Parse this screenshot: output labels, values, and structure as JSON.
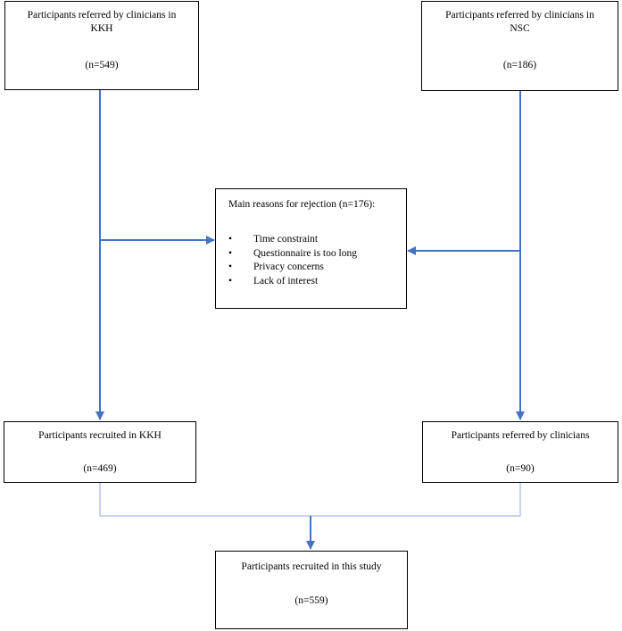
{
  "boxes": {
    "kkh_referred": {
      "line1": "Participants referred by clinicians in",
      "line2": "KKH",
      "count": "(n=549)"
    },
    "nsc_referred": {
      "line1": "Participants referred by clinicians in",
      "line2": "NSC",
      "count": "(n=186)"
    },
    "rejection": {
      "title": "Main reasons for rejection (n=176):",
      "bullet": "•",
      "reasons": [
        "Time constraint",
        "Questionnaire is too long",
        "Privacy concerns",
        "Lack of interest"
      ]
    },
    "kkh_recruited": {
      "title": "Participants recruited in KKH",
      "count": "(n=469)"
    },
    "nsc_recruited": {
      "title": "Participants referred by clinicians",
      "count": "(n=90)"
    },
    "total": {
      "title": "Participants recruited in this study",
      "count": "(n=559)"
    }
  },
  "colors": {
    "arrow": "#4472c4",
    "connector_thin": "#8eaadb",
    "border": "#000000"
  }
}
